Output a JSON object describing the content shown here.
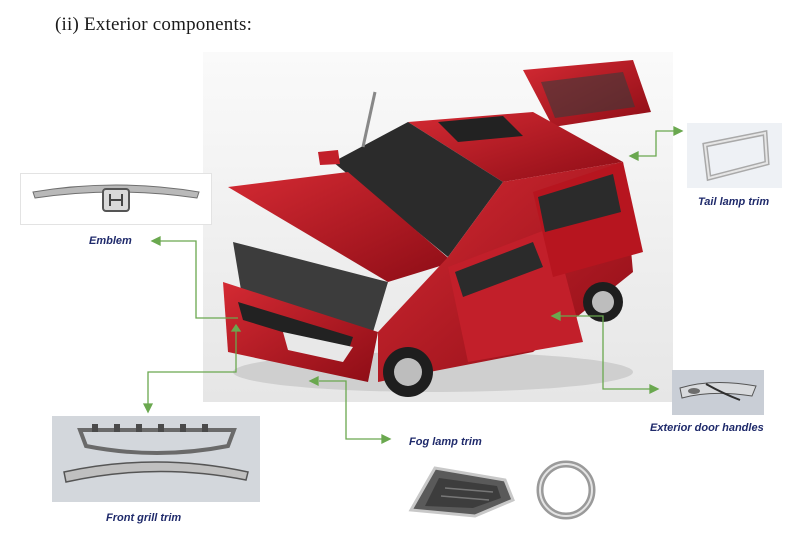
{
  "heading": "(ii) Exterior components:",
  "labels": {
    "emblem": "Emblem",
    "tail_lamp_trim": "Tail lamp trim",
    "exterior_door_handles": "Exterior door handles",
    "fog_lamp_trim": "Fog lamp trim",
    "front_grill_trim": "Front grill trim"
  },
  "colors": {
    "label_text": "#1f2a6b",
    "leader_lines": "#6aa84f",
    "car_body": "#b3121d"
  }
}
